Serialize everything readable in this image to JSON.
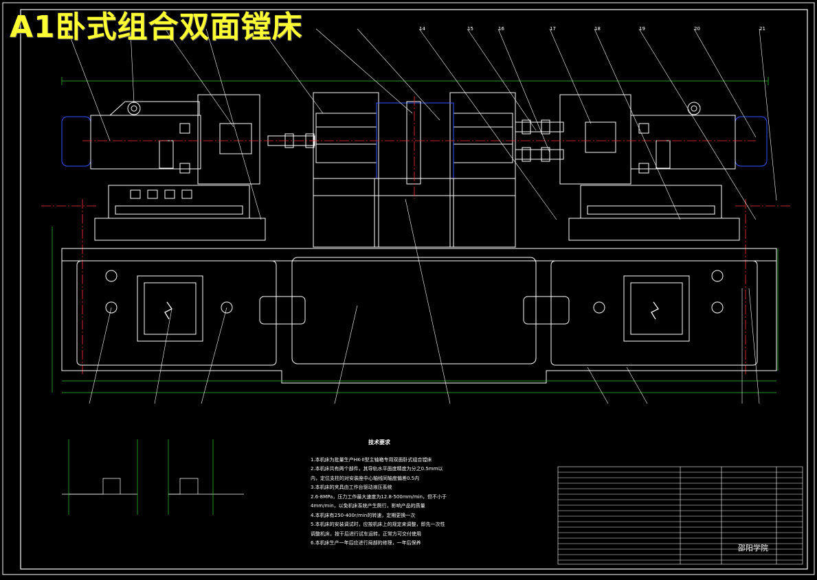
{
  "title": "A1卧式组合双面镗床",
  "balloon_numbers_top": [
    "",
    "",
    "",
    "",
    "",
    "",
    "",
    "14",
    "15",
    "16",
    "17",
    "18",
    "19",
    "20",
    "21"
  ],
  "tech_requirements": {
    "heading": "技术要求",
    "items": [
      "1.本机床为批量生产HK-II型主轴箱专用双面卧式组合镗床",
      "2.本机床共有两个部件，其导轨水平面度精度为分之0.5mm以内，定位支柱的对安装座中心轴线同轴度偏差0.5内",
      "3.本机床的夹具由工作台驱动液压系统",
      "2.6-8MPa，压力工作最大速度为12.8-500mm/min，但不小于4mm/min，以免机床系统产生爬行，影响产品的质量",
      "4.本机床有250-400r/min的转速，定期更换一次",
      "5.本机床的安装调试时，应按机床上的规定来调整，即先一次性调整机床，按干后进行试车运转，正常方可交付使用",
      "6.本机床生产一年后应进行局部的修理，一年后保养"
    ]
  },
  "title_block": {
    "school": "邵阳学院"
  },
  "colors": {
    "background": "#000000",
    "title": "#ffff33",
    "line": "#ffffff",
    "accent": "#ff3333",
    "blue": "#3355ff",
    "green": "#33cc33"
  }
}
